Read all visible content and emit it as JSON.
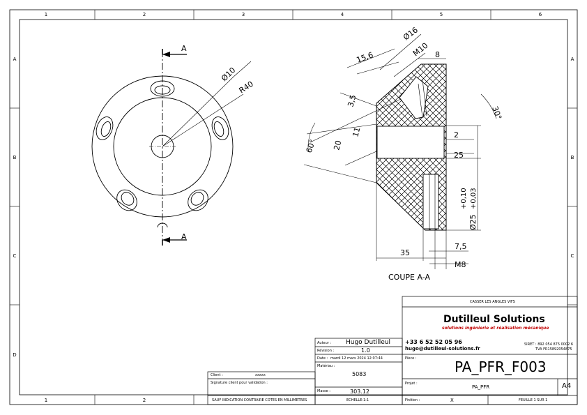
{
  "frame": {
    "col_labels": [
      "1",
      "2",
      "3",
      "4",
      "5",
      "6"
    ],
    "bottom_col_labels": [
      "1",
      "2"
    ],
    "row_labels": [
      "A",
      "B",
      "C",
      "D"
    ]
  },
  "front_view": {
    "section_marker": "A",
    "dim_hole": "Ø10",
    "dim_radius": "R40"
  },
  "section_view": {
    "title": "COUPE A-A",
    "dims": {
      "d16": "Ø16",
      "d15_6": "15,6",
      "m10": "M10",
      "d8": "8",
      "d3_5": "3,5",
      "d11": "11",
      "d20": "20",
      "a60": "60°",
      "a30": "30°",
      "d2": "2",
      "d25": "25",
      "tol": "+0,10",
      "tol2": "+0,03",
      "d25dia": "Ø25",
      "d35": "35",
      "d7_5": "7,5",
      "m8": "M8"
    }
  },
  "title_block": {
    "note": "CASSER LES ANGLES VIFS",
    "company": "Dutilleul Solutions",
    "tagline": "solutions ingénierie et réalisation mécanique",
    "phone": "+33 6 52 52 05 96",
    "email": "hugo@dutilleul-solutions.fr",
    "siret": "SIRET : 892 054 875 0002 6",
    "tva": "TVA FR15892054875",
    "author_label": "Auteur :",
    "author": "Hugo Dutilleul",
    "revision_label": "Révision :",
    "revision": "1.0",
    "date_label": "Date :",
    "date": "mardi 12 mars 2024 12:07:44",
    "material_label": "Matériau :",
    "material": "5083",
    "mass_label": "Masse :",
    "mass": "303.12",
    "scale": "ECHELLE:1:1",
    "client_label": "Client :",
    "client": "xxxxx",
    "signature_label": "Signature client pour validation :",
    "units_note": "SAUF INDICATION CONTRAIRE COTES EN MILLIMETRES",
    "piece_label": "Pièce :",
    "piece": "PA_PFR_F003",
    "project_label": "Projet :",
    "project": "PA_PFR",
    "format": "A4",
    "finish_label": "Finition :",
    "finish": "X",
    "sheet": "FEUILLE 1 SUR 1"
  }
}
